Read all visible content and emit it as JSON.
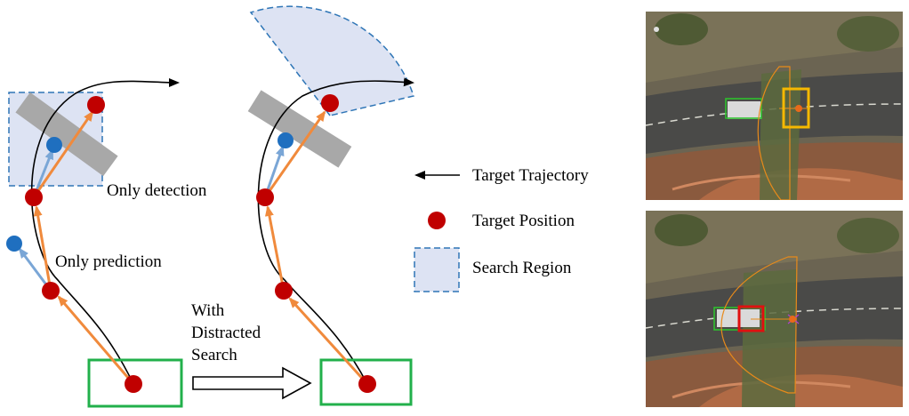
{
  "labels": {
    "only_detection": "Only detection",
    "only_prediction": "Only prediction",
    "with_line1": "With",
    "with_line2": "Distracted",
    "with_line3": "Search"
  },
  "legend": {
    "trajectory": "Target Trajectory",
    "position": "Target Position",
    "search_region": "Search Region"
  },
  "colors": {
    "target_red": "#c00000",
    "prediction_blue": "#1f6fbf",
    "arrow_orange": "#f08a3c",
    "arrow_blue": "#7aa6d6",
    "box_green": "#22b04b",
    "region_fill": "#dde3f3",
    "region_stroke": "#2e75b6",
    "occluder_gray": "#a8a8a8",
    "box_yellow": "#f5b800",
    "box_red": "#e01010",
    "fan_orange": "#e88a1a"
  }
}
